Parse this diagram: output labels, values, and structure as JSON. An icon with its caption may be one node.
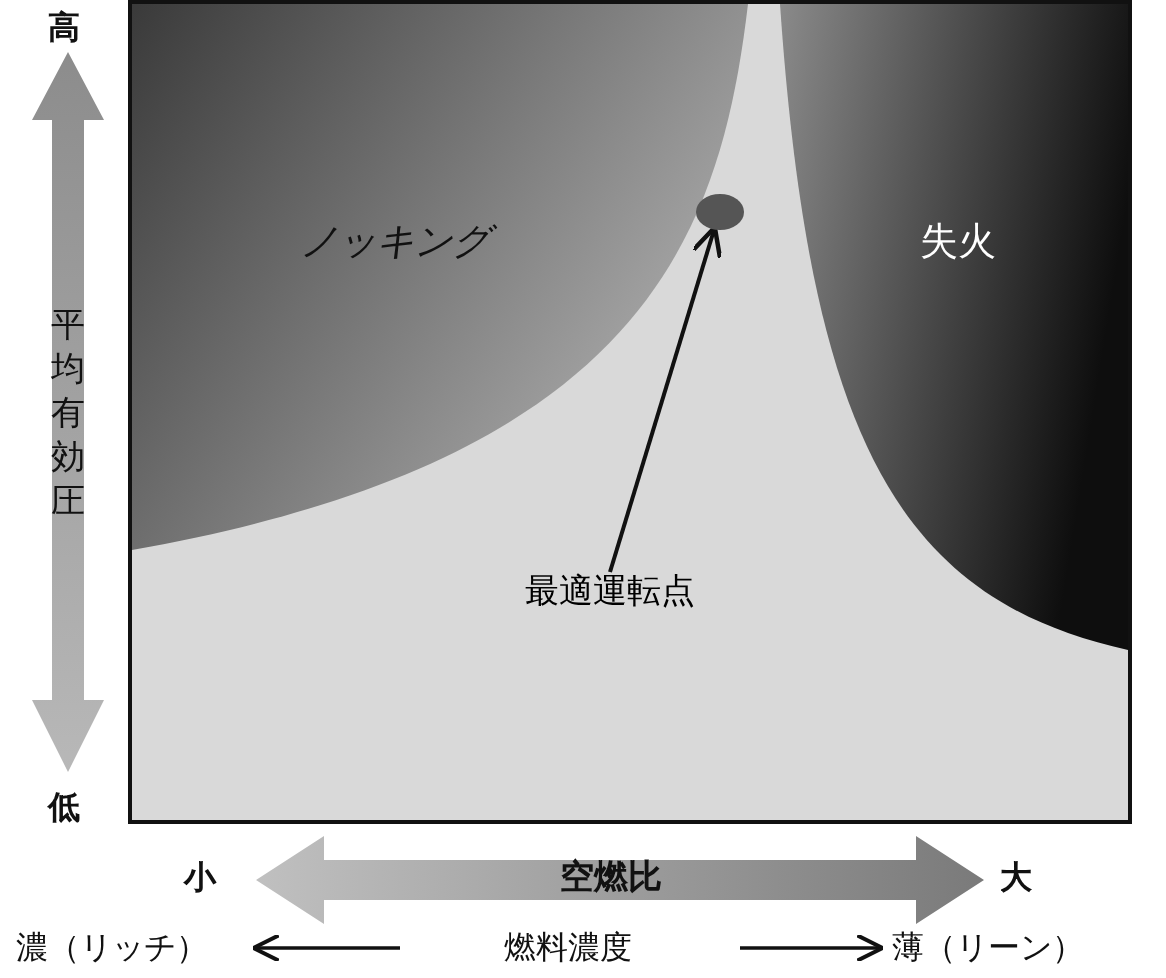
{
  "diagram": {
    "nodes": [
      {
        "text": [
          "最適運転点"
        ]
      },
      {
        "text": [],
        "shape": "circle"
      }
    ],
    "edges": [
      {
        "from": 0,
        "to": 1,
        "arrow": "to"
      }
    ],
    "labels": [
      "高",
      "ノッキング",
      "失火",
      "平均有効圧",
      "低",
      "小",
      "空燃比",
      "大",
      "濃（リッチ）",
      "燃料濃度",
      "薄（リーン）"
    ]
  }
}
